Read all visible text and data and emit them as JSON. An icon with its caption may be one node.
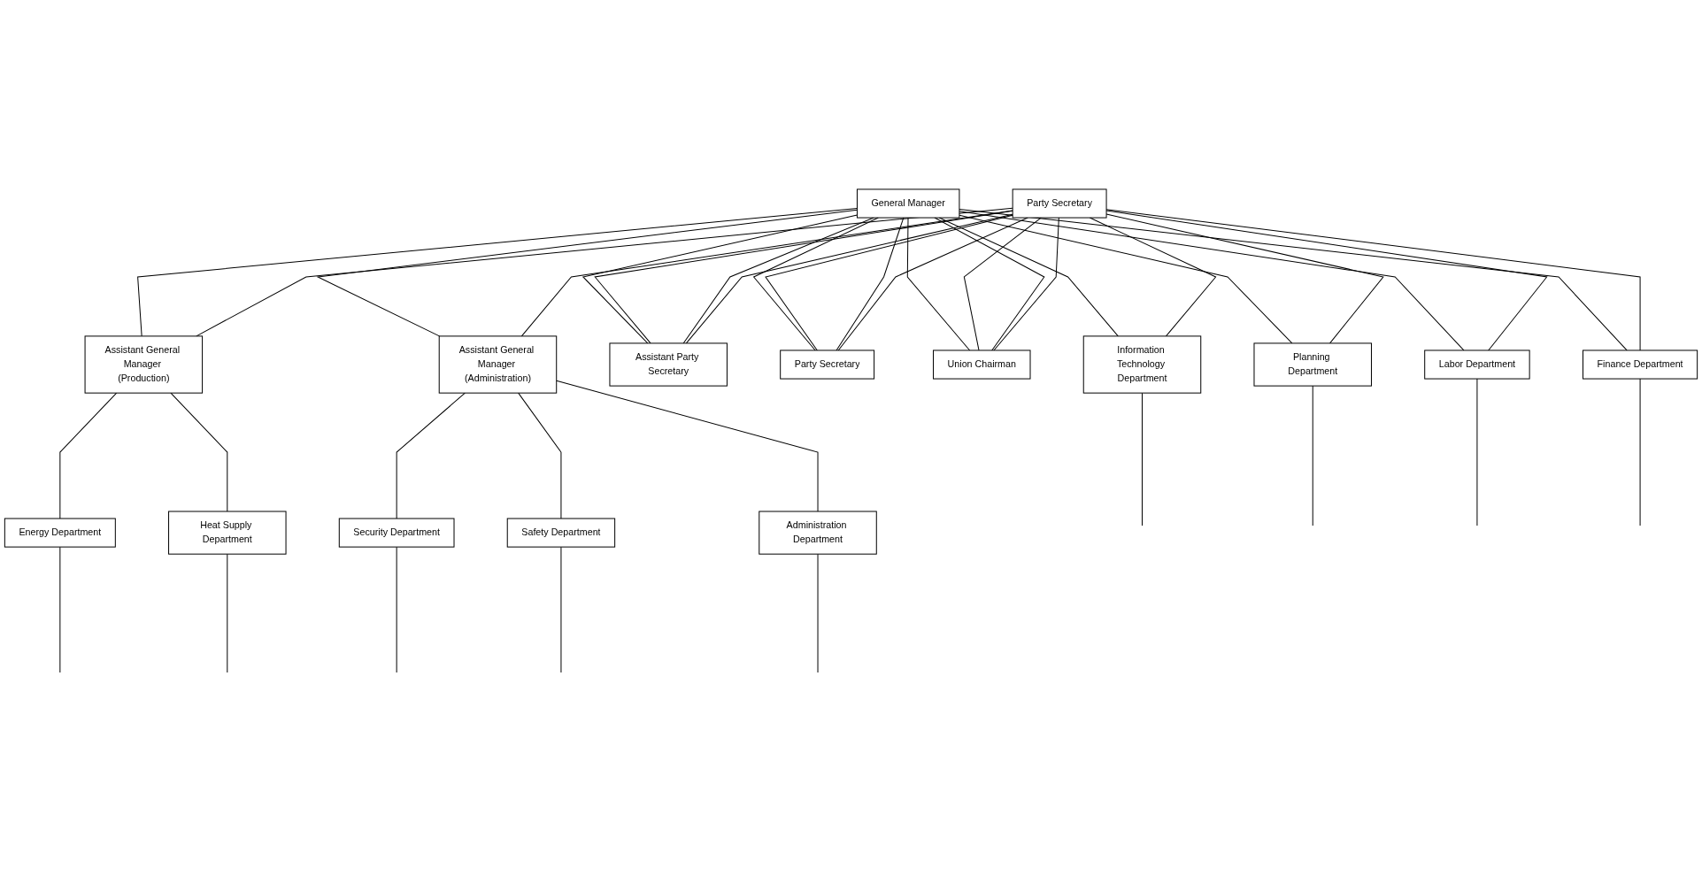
{
  "diagram": {
    "nodes": [
      {
        "text": [
          "General Manager"
        ]
      },
      {
        "text": [
          "Party Secretary"
        ]
      },
      {
        "text": [
          "Assistant General Manager (Production)"
        ]
      },
      {
        "text": [
          "Assistant General Manager (Administration)"
        ]
      },
      {
        "text": [
          "Assistant Party Secretary"
        ]
      },
      {
        "text": [
          "Party Secretary"
        ]
      },
      {
        "text": [
          "Union Chairman"
        ]
      },
      {
        "text": [
          "Information Technology Department"
        ]
      },
      {
        "text": [
          "Planning Department"
        ]
      },
      {
        "text": [
          "Labor Department"
        ]
      },
      {
        "text": [
          "Finance Department"
        ]
      },
      {
        "text": [
          "Energy Department"
        ]
      },
      {
        "text": [
          "Heat Supply Department"
        ]
      },
      {
        "text": [
          "Security Department"
        ]
      },
      {
        "text": [
          "Safety Department"
        ]
      },
      {
        "text": [
          "Administration Department"
        ]
      }
    ],
    "edges": [
      {
        "from": 0,
        "to": 2,
        "arrow": "none"
      },
      {
        "from": 0,
        "to": 3,
        "arrow": "none"
      },
      {
        "from": 0,
        "to": 4,
        "arrow": "none"
      },
      {
        "from": 0,
        "to": 5,
        "arrow": "none"
      },
      {
        "from": 0,
        "to": 6,
        "arrow": "none"
      },
      {
        "from": 1,
        "to": 2,
        "arrow": "none"
      },
      {
        "from": 1,
        "to": 3,
        "arrow": "none"
      },
      {
        "from": 1,
        "to": 4,
        "arrow": "none"
      },
      {
        "from": 1,
        "to": 5,
        "arrow": "none"
      },
      {
        "from": 1,
        "to": 6,
        "arrow": "none"
      },
      {
        "from": 0,
        "to": 7,
        "arrow": "none"
      },
      {
        "from": 0,
        "to": 8,
        "arrow": "none"
      },
      {
        "from": 0,
        "to": 9,
        "arrow": "none"
      },
      {
        "from": 0,
        "to": 10,
        "arrow": "none"
      },
      {
        "from": 1,
        "to": 7,
        "arrow": "none"
      },
      {
        "from": 1,
        "to": 8,
        "arrow": "none"
      },
      {
        "from": 1,
        "to": 9,
        "arrow": "none"
      },
      {
        "from": 1,
        "to": 10,
        "arrow": "none"
      },
      {
        "from": 0,
        "to": 4,
        "arrow": "none"
      },
      {
        "from": 0,
        "to": 5,
        "arrow": "none"
      },
      {
        "from": 0,
        "to": 6,
        "arrow": "none"
      },
      {
        "from": 1,
        "to": 4,
        "arrow": "none"
      },
      {
        "from": 1,
        "to": 5,
        "arrow": "none"
      },
      {
        "from": 1,
        "to": 6,
        "arrow": "none"
      },
      {
        "from": 2,
        "to": 11,
        "arrow": "none"
      },
      {
        "from": 2,
        "to": 12,
        "arrow": "none"
      },
      {
        "from": 3,
        "to": 13,
        "arrow": "none"
      },
      {
        "from": 3,
        "to": 14,
        "arrow": "none"
      },
      {
        "from": 3,
        "to": 15,
        "arrow": "none"
      },
      {
        "from": 7,
        "to": null,
        "arrow": "none"
      },
      {
        "from": 8,
        "to": null,
        "arrow": "none"
      },
      {
        "from": 9,
        "to": null,
        "arrow": "none"
      },
      {
        "from": 10,
        "to": null,
        "arrow": "none"
      },
      {
        "from": 11,
        "to": null,
        "arrow": "none"
      },
      {
        "from": 12,
        "to": null,
        "arrow": "none"
      },
      {
        "from": 13,
        "to": null,
        "arrow": "none"
      },
      {
        "from": 14,
        "to": null,
        "arrow": "none"
      },
      {
        "from": 15,
        "to": null,
        "arrow": "none"
      }
    ]
  }
}
